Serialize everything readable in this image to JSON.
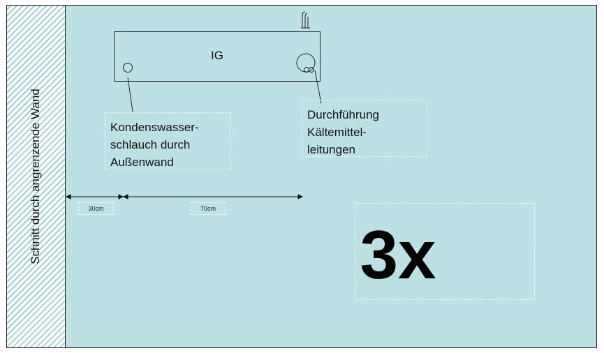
{
  "wall_section_label": "Schnitt durch angrenzende Wand",
  "indoor_unit_label": "IG",
  "condensate_callout": "Kondenswasser-\nschlauch durch\nAußenwand",
  "refrigerant_callout": "Durchführung\nKältemittel-\nleitungen",
  "dimension_wall_gap": "30cm",
  "dimension_unit_width": "70cm",
  "quantity_label": "3x",
  "colors": {
    "background": "#bde0e4",
    "hatch": "#9fd0d4",
    "line": "#222222"
  }
}
